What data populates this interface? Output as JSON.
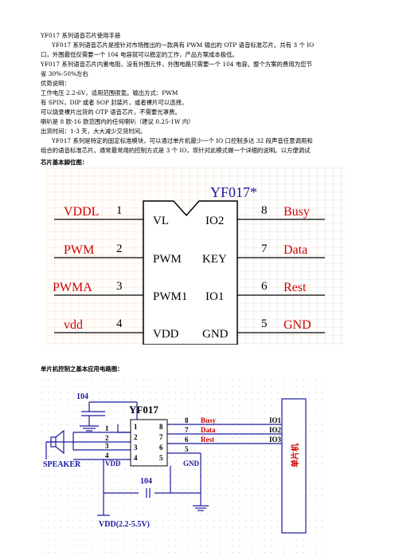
{
  "doc": {
    "title": "YF017 系列语音芯片使用手册",
    "lines": [
      "YF017 系列语音芯片是按针对市场推出的一款具有 PWM 输出的 OTP 语音标准芯片。共有 3 个 IO",
      "口，外围最低仅需要一个 104 电容就可以稳定的工作，产品方案成本极低。",
      "YF017 系列语音芯片内置电阻，没有外围元件，外围电路只需要一个 104 电容。整个方案的费用为您节",
      "省 30%-50%左右",
      "优势说明：",
      "工作电压 2.2-6V，适用范围很宽。输出方式：PWM",
      "有 SPIN，DIP 或者 SOP 封装片，或者裸片可以选择。",
      "可以烧录裸片出货的 OTP 语音芯片，不需要光罩费。",
      "喇叭是 8 欧-16 欧范围内的任何喇叭（建议 0.25-1W 内）",
      "出货时间：1-3 天，大大减少交货时间。",
      "YF017 系列是特定的固定标准模块，可以通过单片机最少一个 IO 口控制多达 32 段声音任意调用和",
      "组合的语音标准芯片。通常最常用的控制方式是 3 个 IO，现针对此模式做一个详细的说明。以方便调试"
    ],
    "section1": "芯片基本脚位图：",
    "section2": "单片机控制之基本应用电路图："
  },
  "pinout": {
    "chip_name": "YF017*",
    "left_labels": [
      "VDDL",
      "PWM",
      "PWMA",
      "vdd"
    ],
    "left_nums": [
      "1",
      "2",
      "3",
      "4"
    ],
    "inner_left": [
      "VL",
      "PWM",
      "PWM1",
      "VDD"
    ],
    "inner_right": [
      "IO2",
      "KEY",
      "IO1",
      "GND"
    ],
    "right_nums": [
      "8",
      "7",
      "6",
      "5"
    ],
    "right_labels": [
      "Busy",
      "Data",
      "Rest",
      "GND"
    ]
  },
  "circuit": {
    "chip_name": "YF017",
    "cap_top": "104",
    "cap_bottom": "104",
    "left_nums": [
      "1",
      "2",
      "3",
      "4"
    ],
    "inner_left": [
      "1",
      "2",
      "3",
      "4"
    ],
    "inner_right": [
      "8",
      "7",
      "6",
      "5"
    ],
    "right_nums": [
      "8",
      "7",
      "6",
      "5"
    ],
    "signals": [
      "Busy",
      "Data",
      "Rest"
    ],
    "io_labels": [
      "IO1",
      "IO2",
      "IO3"
    ],
    "speaker": "SPEAKER",
    "vdd": "VDD",
    "gnd": "GND",
    "supply": "VDD(2.2-5.5V)",
    "mcu": "单片机"
  },
  "colors": {
    "red_text": "#cc0000",
    "blue_line": "#1a1aa0",
    "grid": "#e8b070",
    "bg_grid": "#fff"
  }
}
